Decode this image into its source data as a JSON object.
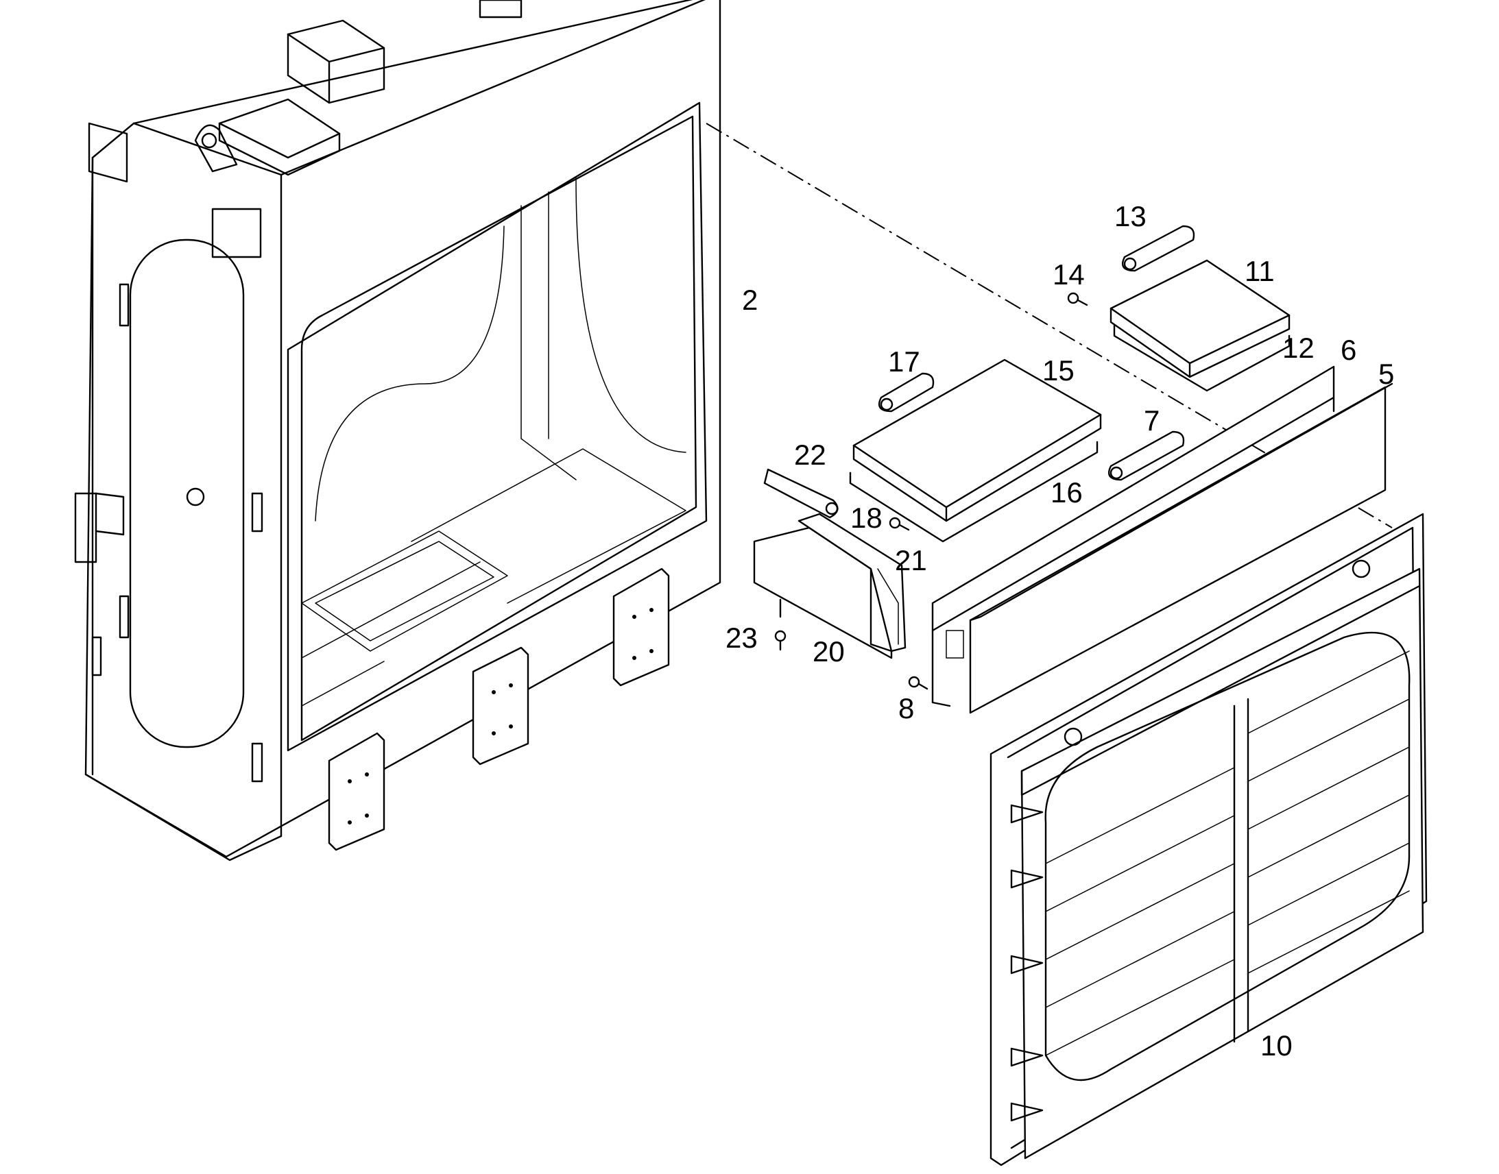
{
  "callouts": {
    "c2": "2",
    "c5": "5",
    "c6": "6",
    "c7": "7",
    "c8": "8",
    "c10": "10",
    "c11": "11",
    "c12": "12",
    "c13": "13",
    "c14": "14",
    "c15": "15",
    "c16": "16",
    "c17": "17",
    "c18": "18",
    "c20": "20",
    "c21": "21",
    "c22": "22",
    "c23": "23"
  },
  "colors": {
    "line": "#000000",
    "background": "#ffffff"
  }
}
